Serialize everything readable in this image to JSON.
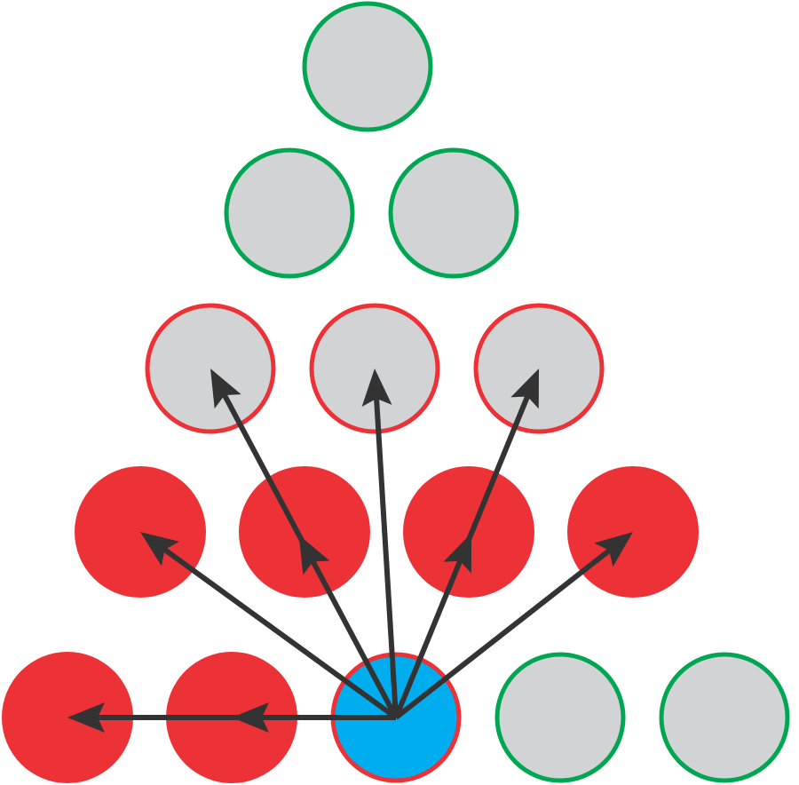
{
  "colors": {
    "background": "#ffffff",
    "node_fill_gray": "#d1d3d4",
    "node_fill_red": "#ec3237",
    "node_fill_blue": "#00aeef",
    "border_green": "#00a651",
    "border_red": "#ec3237",
    "arrow": "#333333"
  },
  "nodes": [
    {
      "id": "r0c0",
      "row": 0,
      "col": 0,
      "kind": "gray-green"
    },
    {
      "id": "r1c0",
      "row": 1,
      "col": 0,
      "kind": "gray-green"
    },
    {
      "id": "r1c1",
      "row": 1,
      "col": 1,
      "kind": "gray-green"
    },
    {
      "id": "r2c0",
      "row": 2,
      "col": 0,
      "kind": "gray-red"
    },
    {
      "id": "r2c1",
      "row": 2,
      "col": 1,
      "kind": "gray-red"
    },
    {
      "id": "r2c2",
      "row": 2,
      "col": 2,
      "kind": "gray-red"
    },
    {
      "id": "r3c0",
      "row": 3,
      "col": 0,
      "kind": "red"
    },
    {
      "id": "r3c1",
      "row": 3,
      "col": 1,
      "kind": "red"
    },
    {
      "id": "r3c2",
      "row": 3,
      "col": 2,
      "kind": "red"
    },
    {
      "id": "r3c3",
      "row": 3,
      "col": 3,
      "kind": "red"
    },
    {
      "id": "r4c0",
      "row": 4,
      "col": 0,
      "kind": "red"
    },
    {
      "id": "r4c1",
      "row": 4,
      "col": 1,
      "kind": "red"
    },
    {
      "id": "r4c2",
      "row": 4,
      "col": 2,
      "kind": "blue-red"
    },
    {
      "id": "r4c3",
      "row": 4,
      "col": 3,
      "kind": "gray-green"
    },
    {
      "id": "r4c4",
      "row": 4,
      "col": 4,
      "kind": "gray-green"
    }
  ],
  "arrows": [
    {
      "from": "r4c2",
      "to": "r4c0",
      "mid_head": "r4c1"
    },
    {
      "from": "r4c2",
      "to": "r3c0"
    },
    {
      "from": "r4c2",
      "to": "r2c0",
      "mid_head": "r3c1"
    },
    {
      "from": "r4c2",
      "to": "r2c1"
    },
    {
      "from": "r4c2",
      "to": "r2c2",
      "mid_head": "r3c2"
    },
    {
      "from": "r4c2",
      "to": "r3c3"
    }
  ]
}
